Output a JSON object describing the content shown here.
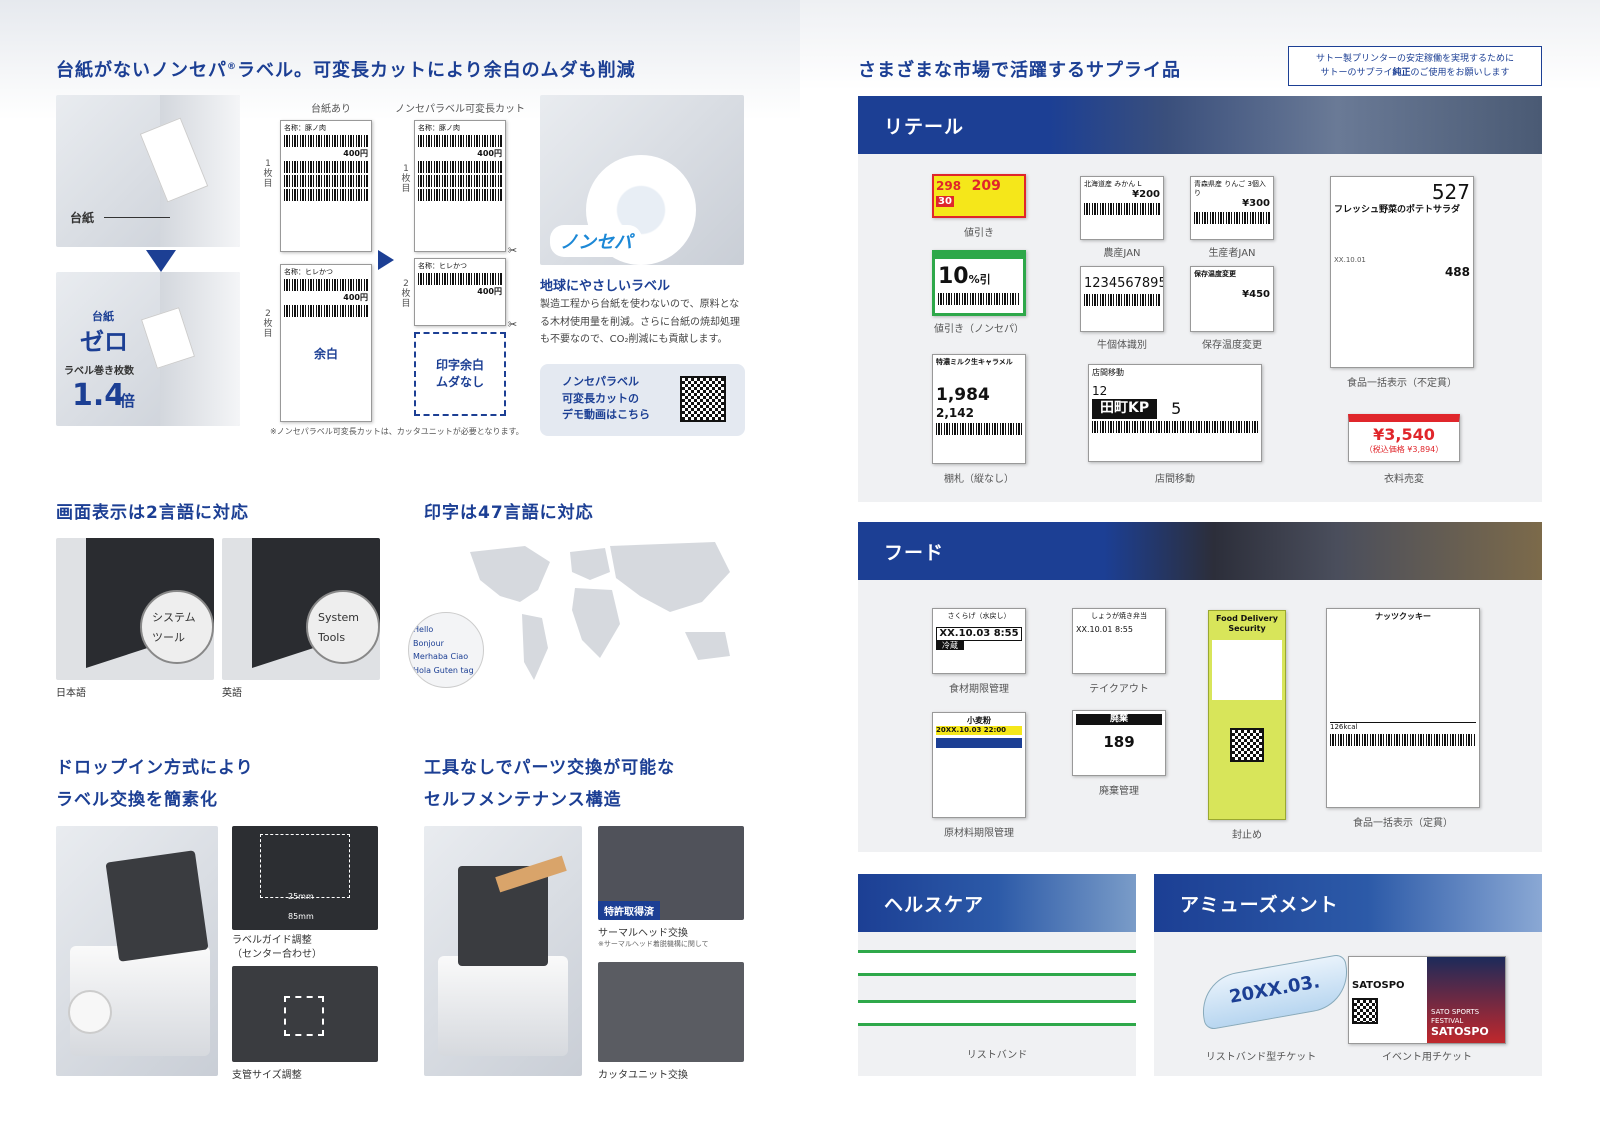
{
  "left": {
    "heading1": {
      "pre": "台紙がないノンセパ",
      "reg": "®",
      "post": "ラベル。可変長カットにより余白のムダも削減"
    },
    "daishi": {
      "arrow_label": "台紙",
      "label2": "台紙",
      "zero": "ゼロ",
      "count_label": "ラベル巻き枚数",
      "multiplier": "1.4",
      "unit": "倍"
    },
    "compare": {
      "col1": "台紙あり",
      "col2": "ノンセパラベル可変長カット",
      "sheet1": "1枚目",
      "sheet2": "2枚目",
      "margin": "余白",
      "no_waste": "印字余白\nムダなし",
      "footnote": "※ノンセパラベル可変長カットは、カッタユニットが必要となります。",
      "label_price": "400円"
    },
    "eco": {
      "logo": "ノンセパ",
      "title": "地球にやさしいラベル",
      "body": "製造工程から台紙を使わないので、原料となる木材使用量を削減。さらに台紙の焼却処理も不要なので、CO₂削減にも貢献します。",
      "demo": "ノンセパラベル\n可変長カットの\nデモ動画はこちら"
    },
    "heading2": "画面表示は2言語に対応",
    "heading3": "印字は47言語に対応",
    "lang": {
      "ja": "日本語",
      "en": "英語",
      "ja_items": [
        "システム",
        "ツール"
      ],
      "en_items": [
        "System",
        "Tools"
      ],
      "greetings": [
        "Hello",
        "Bonjour",
        "Ciao",
        "Merhaba",
        "Hola",
        "Guten tag"
      ]
    },
    "heading4a": "ドロップイン方式により",
    "heading4b": "ラベル交換を簡素化",
    "heading5a": "工具なしでパーツ交換が可能な",
    "heading5b": "セルフメンテナンス構造",
    "parts": {
      "guide": "ラベルガイド調整\n（センター合わせ）",
      "w25": "25mm",
      "w85": "85mm",
      "support": "支管サイズ調整",
      "patent": "特許取得済",
      "thermal": "サーマルヘッド交換",
      "thermal_note": "※サーマルヘッド着脱機構に関して",
      "cutter": "カッタユニット交換"
    }
  },
  "right": {
    "heading": "さまざまな市場で活躍するサプライ品",
    "notice": {
      "line1": "サトー製プリンターの安定稼働を実現するために",
      "line2_pre": "サトーのサプライ",
      "line2_bold": "純正",
      "line2_post": "のご使用をお願いします"
    },
    "retail": {
      "title": "リテール",
      "captions": [
        "値引き",
        "農産JAN",
        "生産者JAN",
        "値引き（ノンセパ）",
        "牛個体識別",
        "保存温度変更",
        "棚札（縦なし）",
        "店間移動",
        "食品一括表示（不定貫）",
        "衣料売変"
      ],
      "samples": {
        "price298": "298",
        "price209": "209",
        "pct30": "30",
        "pct10": "10",
        "yen200": "¥200",
        "yen300": "¥300",
        "yen450": "¥450",
        "cow_id": "1234567895",
        "price1984": "1,984",
        "price2142": "2,142",
        "store": "田町KP",
        "store_no": "12",
        "qty": "5",
        "num527": "527",
        "salad": "フレッシュ野菜のポテトサラダ",
        "date1": "XX.10.01",
        "price488": "488",
        "cloth_price": "¥3,540",
        "cloth_tax": "（税込価格 ¥3,894）",
        "caramel": "特濃ミルク生キャラメル",
        "move": "店間移動",
        "farm": "北海道産 みかん L",
        "aomori": "青森県産 りんご 3個入り",
        "hozon": "保存温度変更"
      }
    },
    "food": {
      "title": "フード",
      "captions": [
        "食材期限管理",
        "テイクアウト",
        "封止め",
        "食品一括表示（定貫）",
        "原材料期限管理",
        "廃棄管理"
      ],
      "samples": {
        "kikurage": "さくらげ（水戻し）",
        "date": "XX.10.03 8:55",
        "reizou": "冷蔵",
        "bento": "しょうが焼き弁当",
        "bento_date": "XX.10.01 8:55",
        "security": "Food Delivery Security",
        "cookie": "ナッツクッキー",
        "flour": "小麦粉",
        "flour_date": "20XX.10.03 22:00",
        "haiki": "廃棄",
        "gram": "189",
        "kcal": "126kcal"
      }
    },
    "health": {
      "title": "ヘルスケア",
      "caption": "リストバンド"
    },
    "amuse": {
      "title": "アミューズメント",
      "captions": [
        "リストバンド型チケット",
        "イベント用チケット"
      ],
      "band_text": "20XX.03.",
      "event": "SATOSPO",
      "event2": "SATO SPORTS FESTIVAL"
    }
  },
  "colors": {
    "navy": "#1c3f94",
    "green": "#2ea84a",
    "red": "#e0262b",
    "yellow": "#f5e71a"
  }
}
